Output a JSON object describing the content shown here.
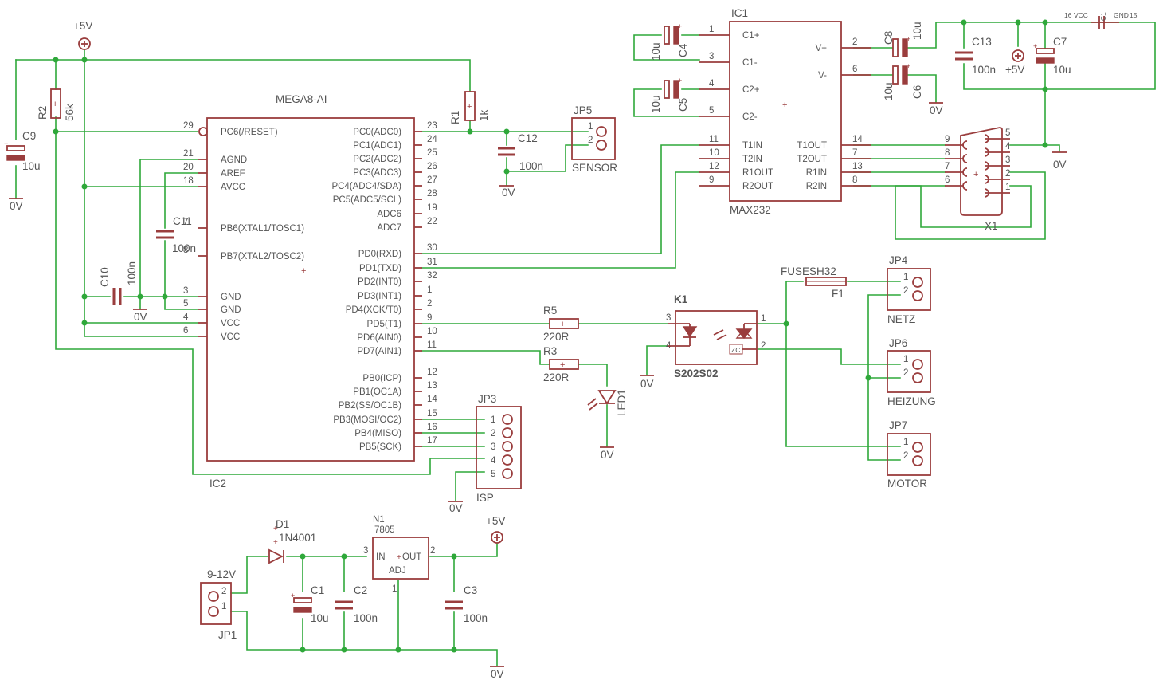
{
  "supply": {
    "plus5v": "+5V",
    "gnd": "0V"
  },
  "ic2": {
    "part": "MEGA8-AI",
    "ref": "IC2",
    "left_pins": [
      {
        "num": "29",
        "name": "PC6(/RESET)"
      },
      {
        "num": "21",
        "name": "AGND"
      },
      {
        "num": "20",
        "name": "AREF"
      },
      {
        "num": "18",
        "name": "AVCC"
      },
      {
        "num": "7",
        "name": "PB6(XTAL1/TOSC1)"
      },
      {
        "num": "8",
        "name": "PB7(XTAL2/TOSC2)"
      },
      {
        "num": "3",
        "name": "GND"
      },
      {
        "num": "5",
        "name": "GND"
      },
      {
        "num": "4",
        "name": "VCC"
      },
      {
        "num": "6",
        "name": "VCC"
      }
    ],
    "right_pins": [
      {
        "num": "23",
        "name": "PC0(ADC0)"
      },
      {
        "num": "24",
        "name": "PC1(ADC1)"
      },
      {
        "num": "25",
        "name": "PC2(ADC2)"
      },
      {
        "num": "26",
        "name": "PC3(ADC3)"
      },
      {
        "num": "27",
        "name": "PC4(ADC4/SDA)"
      },
      {
        "num": "28",
        "name": "PC5(ADC5/SCL)"
      },
      {
        "num": "19",
        "name": "ADC6"
      },
      {
        "num": "22",
        "name": "ADC7"
      },
      {
        "num": "30",
        "name": "PD0(RXD)"
      },
      {
        "num": "31",
        "name": "PD1(TXD)"
      },
      {
        "num": "32",
        "name": "PD2(INT0)"
      },
      {
        "num": "1",
        "name": "PD3(INT1)"
      },
      {
        "num": "2",
        "name": "PD4(XCK/T0)"
      },
      {
        "num": "9",
        "name": "PD5(T1)"
      },
      {
        "num": "10",
        "name": "PD6(AIN0)"
      },
      {
        "num": "11",
        "name": "PD7(AIN1)"
      },
      {
        "num": "12",
        "name": "PB0(ICP)"
      },
      {
        "num": "13",
        "name": "PB1(OC1A)"
      },
      {
        "num": "14",
        "name": "PB2(SS/OC1B)"
      },
      {
        "num": "15",
        "name": "PB3(MOSI/OC2)"
      },
      {
        "num": "16",
        "name": "PB4(MISO)"
      },
      {
        "num": "17",
        "name": "PB5(SCK)"
      }
    ]
  },
  "ic1": {
    "part": "MAX232",
    "ref": "IC1",
    "left_pins": [
      {
        "num": "1",
        "name": "C1+"
      },
      {
        "num": "3",
        "name": "C1-"
      },
      {
        "num": "4",
        "name": "C2+"
      },
      {
        "num": "5",
        "name": "C2-"
      },
      {
        "num": "11",
        "name": "T1IN"
      },
      {
        "num": "10",
        "name": "T2IN"
      },
      {
        "num": "12",
        "name": "R1OUT"
      },
      {
        "num": "9",
        "name": "R2OUT"
      }
    ],
    "right_pins": [
      {
        "num": "2",
        "name": "V+"
      },
      {
        "num": "6",
        "name": "V-"
      },
      {
        "num": "14",
        "name": "T1OUT"
      },
      {
        "num": "7",
        "name": "T2OUT"
      },
      {
        "num": "13",
        "name": "R1IN"
      },
      {
        "num": "8",
        "name": "R2IN"
      }
    ],
    "power_pins": {
      "vcc_num": "16",
      "vcc_name": "VCC",
      "gnd_name": "GND",
      "gnd_num": "15",
      "cap": "C1"
    }
  },
  "x1": {
    "ref": "X1",
    "pins_left": [
      "9",
      "8",
      "7",
      "6"
    ],
    "pins_right": [
      "5",
      "4",
      "3",
      "2",
      "1"
    ]
  },
  "k1": {
    "ref": "K1",
    "part": "S202S02",
    "pin1": "1",
    "pin2": "2",
    "pin3": "3",
    "pin4": "4",
    "zc": "ZC"
  },
  "f1": {
    "ref": "F1",
    "part": "FUSESH32"
  },
  "connectors": {
    "jp5": {
      "ref": "JP5",
      "name": "SENSOR",
      "pins": [
        "1",
        "2"
      ]
    },
    "jp3": {
      "ref": "JP3",
      "name": "ISP",
      "pins": [
        "1",
        "2",
        "3",
        "4",
        "5"
      ]
    },
    "jp4": {
      "ref": "JP4",
      "name": "NETZ",
      "pins": [
        "1",
        "2"
      ]
    },
    "jp6": {
      "ref": "JP6",
      "name": "HEIZUNG",
      "pins": [
        "1",
        "2"
      ]
    },
    "jp7": {
      "ref": "JP7",
      "name": "MOTOR",
      "pins": [
        "1",
        "2"
      ]
    },
    "jp1": {
      "ref": "JP1",
      "name": "9-12V",
      "pins": [
        "2",
        "1"
      ]
    }
  },
  "resistors": {
    "r1": {
      "ref": "R1",
      "value": "1k"
    },
    "r2": {
      "ref": "R2",
      "value": "56k"
    },
    "r3": {
      "ref": "R3",
      "value": "220R"
    },
    "r5": {
      "ref": "R5",
      "value": "220R"
    }
  },
  "capacitors": {
    "c1": {
      "ref": "C1",
      "value": "10u"
    },
    "c2": {
      "ref": "C2",
      "value": "100n"
    },
    "c3": {
      "ref": "C3",
      "value": "100n"
    },
    "c4": {
      "ref": "C4",
      "value": "10u"
    },
    "c5": {
      "ref": "C5",
      "value": "10u"
    },
    "c6": {
      "ref": "C6",
      "value": "10u"
    },
    "c7": {
      "ref": "C7",
      "value": "10u"
    },
    "c8": {
      "ref": "C8",
      "value": "10u"
    },
    "c9": {
      "ref": "C9",
      "value": "10u"
    },
    "c10": {
      "ref": "C10",
      "value": "100n"
    },
    "c11": {
      "ref": "C11",
      "value": "100n"
    },
    "c12": {
      "ref": "C12",
      "value": "100n"
    },
    "c13": {
      "ref": "C13",
      "value": "100n"
    }
  },
  "led1": {
    "ref": "LED1"
  },
  "d1": {
    "ref": "D1",
    "part": "1N4001"
  },
  "n1": {
    "ref": "N1",
    "part": "7805",
    "in_label": "IN",
    "out_label": "OUT",
    "adj_label": "ADJ",
    "pin_in": "3",
    "pin_out": "2",
    "pin_adj": "1"
  }
}
